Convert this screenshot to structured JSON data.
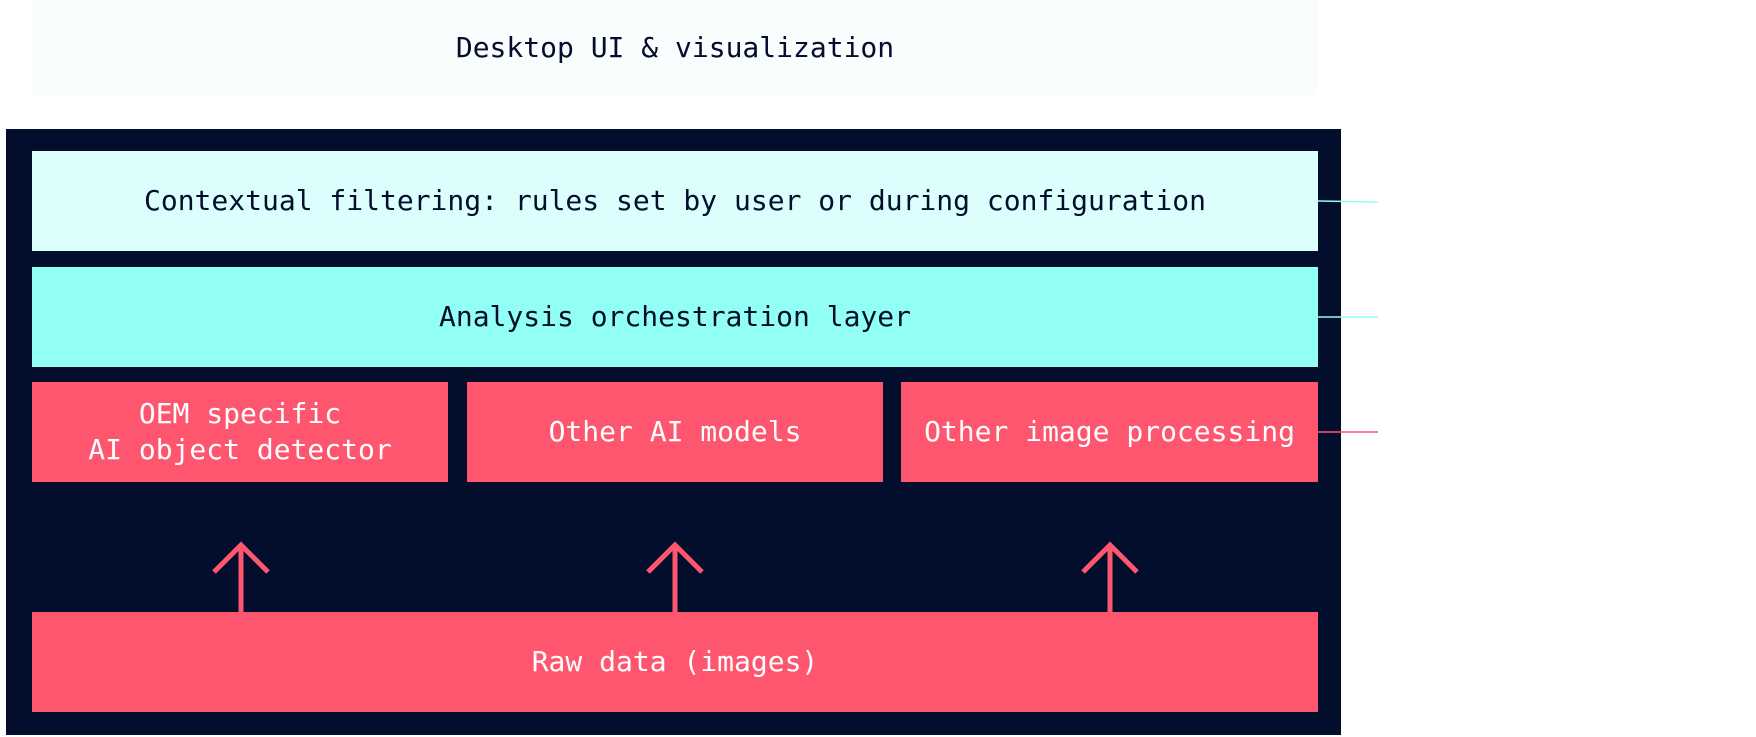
{
  "colors": {
    "navy": "#020e2c",
    "pale_cyan": "#dcfffd",
    "cyan": "#92fff4",
    "coral": "#ff566f",
    "white": "#ffffff"
  },
  "diagram": {
    "top_label": "Desktop UI & visualization",
    "contextual_filtering": "Contextual filtering: rules set by user or during configuration",
    "orchestration": "Analysis orchestration layer",
    "models": [
      {
        "label": "OEM specific\nAI object detector"
      },
      {
        "label": "Other AI models"
      },
      {
        "label": "Other image processing"
      }
    ],
    "raw_data": "Raw data (images)",
    "arrow_icon": "arrow-up-icon"
  }
}
